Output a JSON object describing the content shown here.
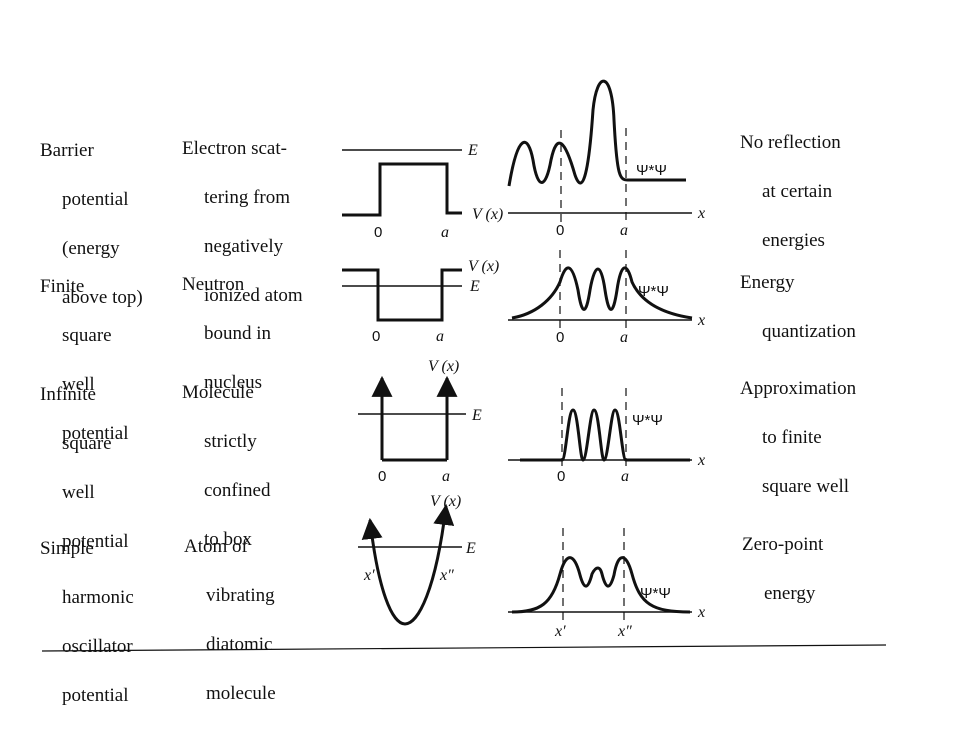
{
  "rows": [
    {
      "situation": [
        "Barrier",
        "potential",
        "(energy",
        "above top)"
      ],
      "example": [
        "Electron scat-",
        "tering from",
        "negatively",
        "ionized atom"
      ],
      "potential_labels": {
        "energy": "E",
        "potential": "V (x)",
        "left": "0",
        "right": "a"
      },
      "wave_labels": {
        "psi": "Ψ*Ψ",
        "axis": "x",
        "left": "0",
        "right": "a"
      },
      "result": [
        "No reflection",
        "at certain",
        "energies"
      ]
    },
    {
      "situation": [
        "Finite",
        "square",
        "well",
        "potential"
      ],
      "example": [
        "Neutron",
        "bound in",
        "nucleus"
      ],
      "potential_labels": {
        "energy": "E",
        "potential": "V (x)",
        "left": "0",
        "right": "a"
      },
      "wave_labels": {
        "psi": "Ψ*Ψ",
        "axis": "x",
        "left": "0",
        "right": "a"
      },
      "result": [
        "Energy",
        "quantization"
      ]
    },
    {
      "situation": [
        "Infinite",
        "square",
        "well",
        "potential"
      ],
      "example": [
        "Molecule",
        "strictly",
        "confined",
        "to box"
      ],
      "potential_labels": {
        "energy": "E",
        "potential": "V (x)",
        "left": "0",
        "right": "a"
      },
      "wave_labels": {
        "psi": "Ψ*Ψ",
        "axis": "x",
        "left": "0",
        "right": "a"
      },
      "result": [
        "Approximation",
        "to finite",
        "square well"
      ]
    },
    {
      "situation": [
        "Simple",
        "harmonic",
        "oscillator",
        "potential"
      ],
      "example": [
        "Atom of",
        "vibrating",
        "diatomic",
        "molecule"
      ],
      "potential_labels": {
        "energy": "E",
        "potential": "V (x)",
        "left": "x′",
        "right": "x″"
      },
      "wave_labels": {
        "psi": "Ψ*Ψ",
        "axis": "x",
        "left": "x′",
        "right": "x″"
      },
      "result": [
        "Zero-point",
        "energy"
      ]
    }
  ]
}
